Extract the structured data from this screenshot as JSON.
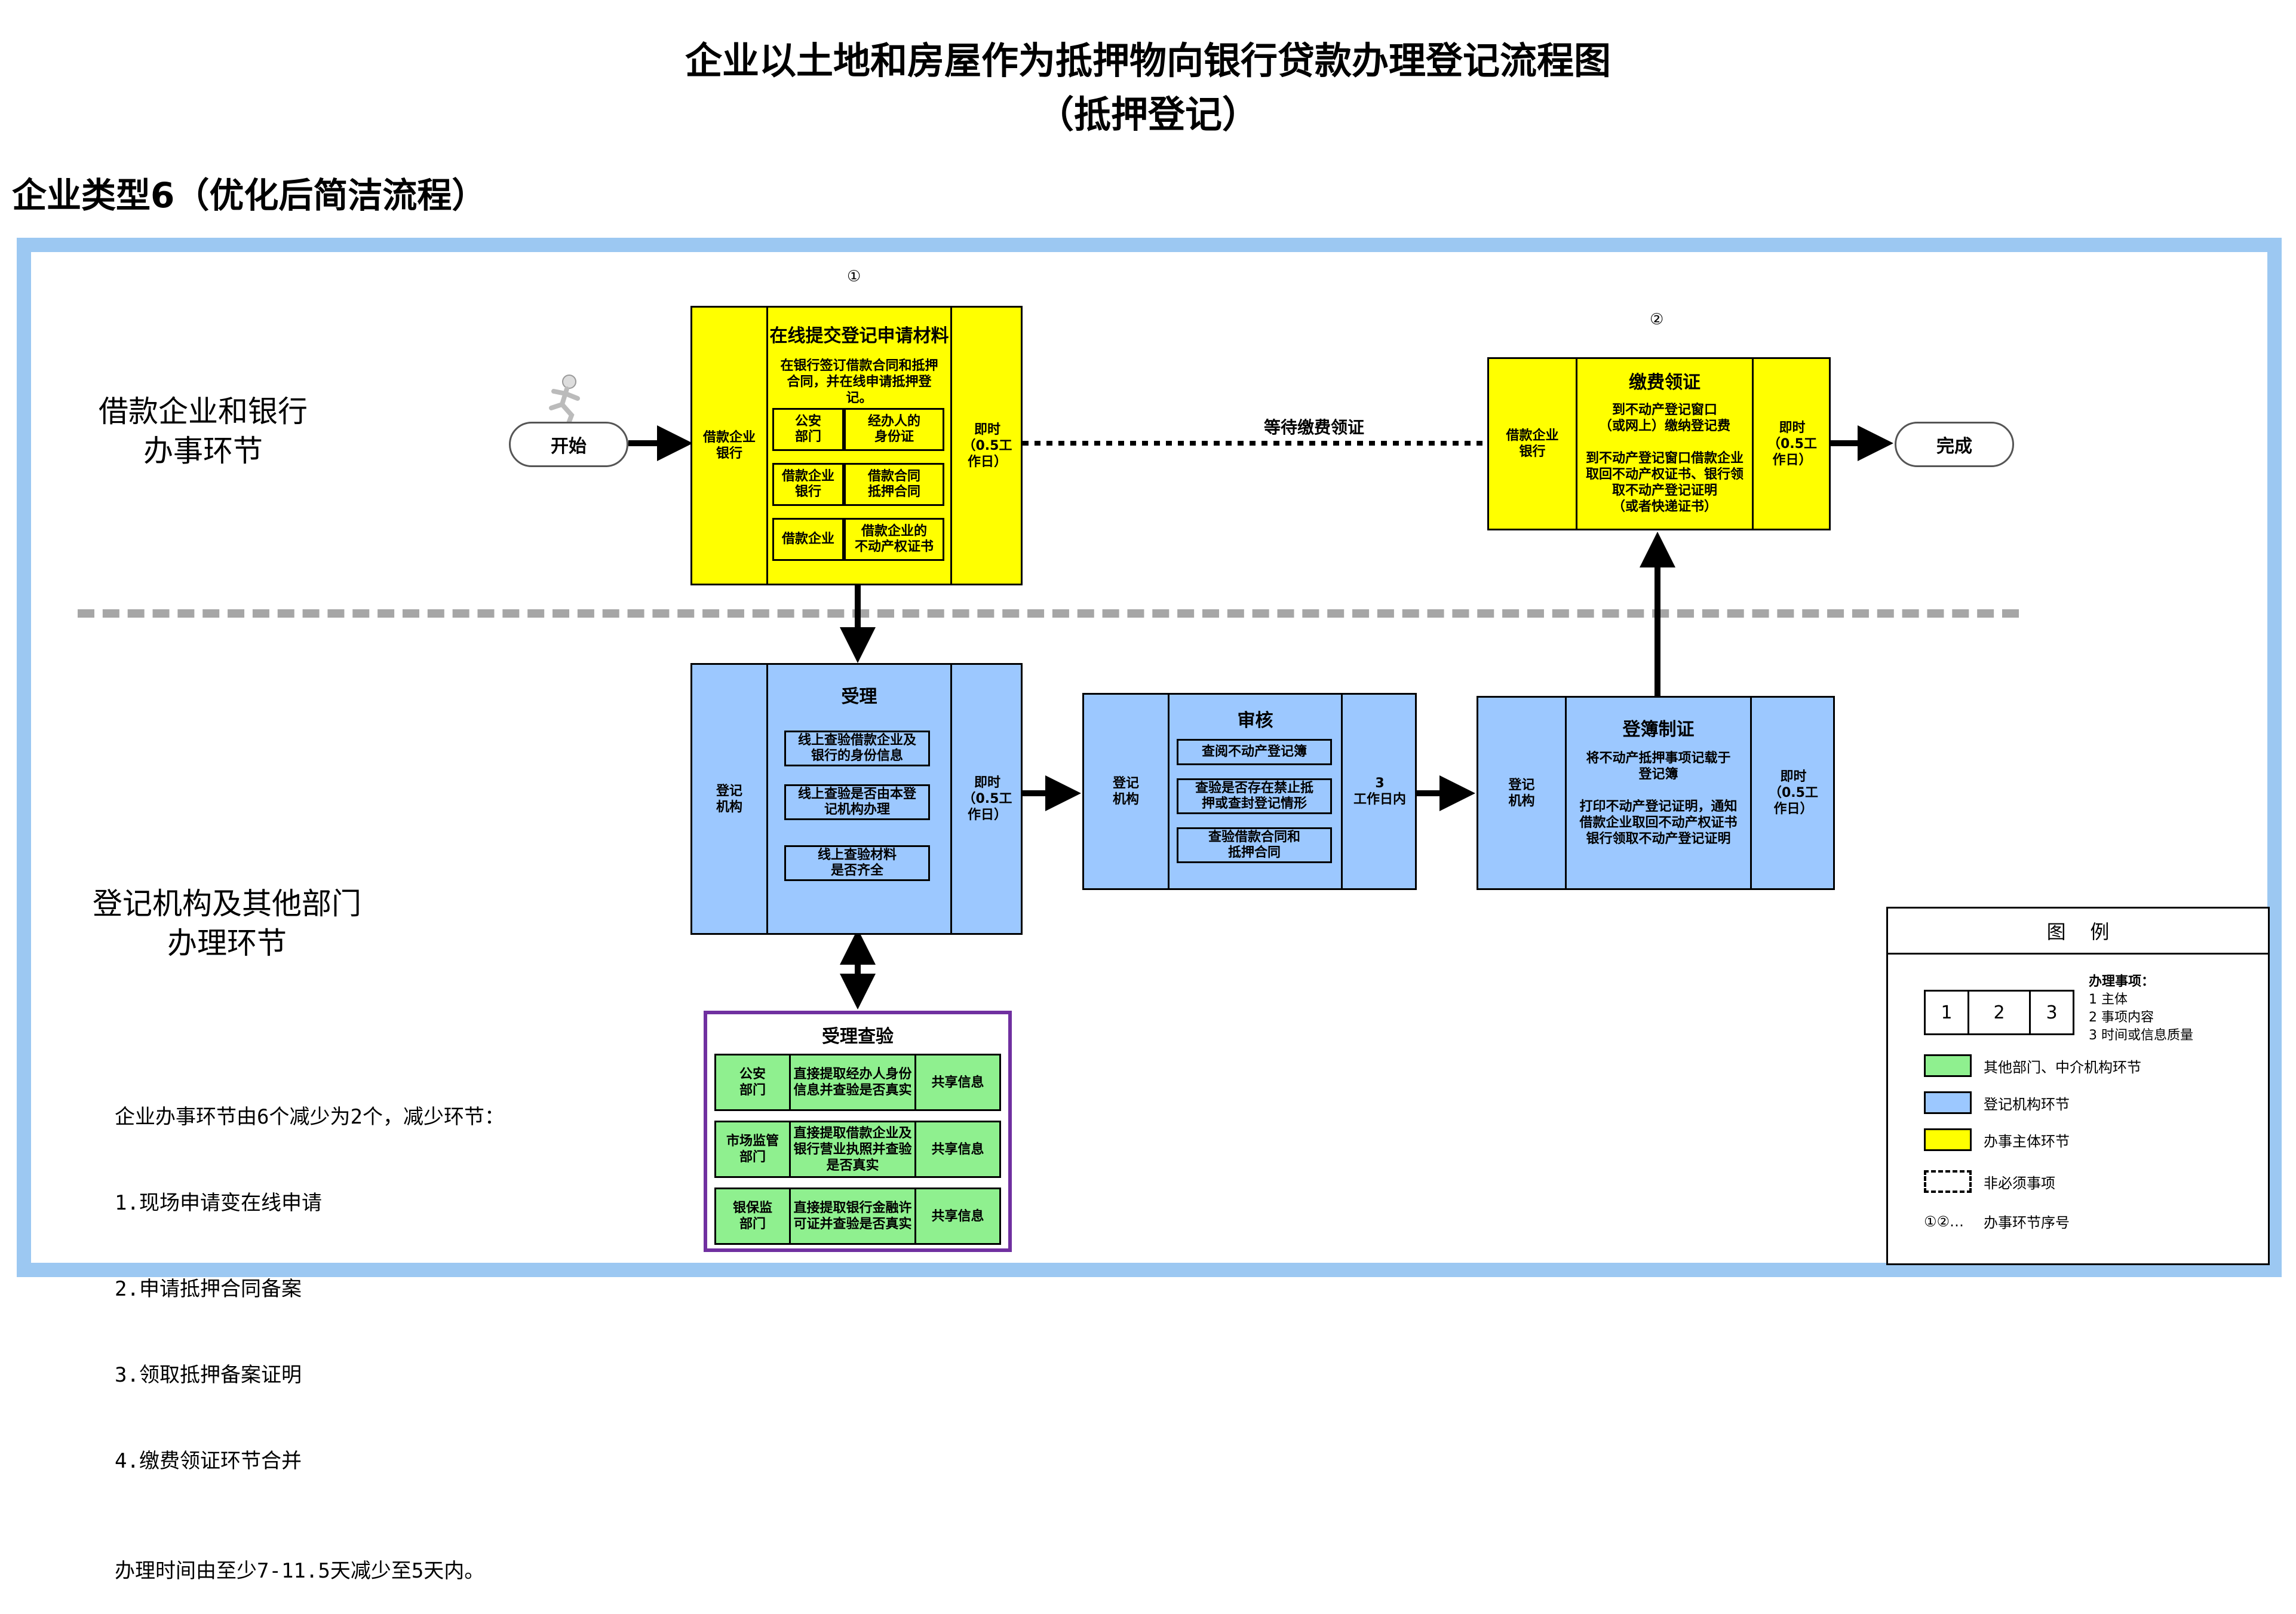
{
  "title_line1": "企业以土地和房屋作为抵押物向银行贷款办理登记流程图",
  "title_line2": "（抵押登记）",
  "enterprise_type": "企业类型6（优化后简洁流程）",
  "lanes": {
    "top": "借款企业和银行\n办事环节",
    "bottom": "登记机构及其他部门\n办理环节"
  },
  "start_label": "开始",
  "end_label": "完成",
  "wait_label": "等待缴费领证",
  "step1": {
    "seq": "①",
    "subject": "借款企业\n银行",
    "title": "在线提交登记申请材料",
    "desc": "在银行签订借款合同和抵押合同，并在线申请抵押登记。",
    "rows": [
      {
        "left": "公安\n部门",
        "right": "经办人的\n身份证"
      },
      {
        "left": "借款企业\n银行",
        "right": "借款合同\n抵押合同"
      },
      {
        "left": "借款企业",
        "right": "借款企业的\n不动产权证书"
      }
    ],
    "time": "即时\n（0.5工\n作日）"
  },
  "step2": {
    "seq": "②",
    "subject": "借款企业\n银行",
    "title": "缴费领证",
    "desc": "到不动产登记窗口\n（或网上）缴纳登记费\n\n到不动产登记窗口借款企业\n取回不动产权证书、银行领\n取不动产登记证明\n（或者快递证书）",
    "time": "即时\n（0.5工\n作日）"
  },
  "accept": {
    "subject": "登记\n机构",
    "title": "受理",
    "items": [
      "线上查验借款企业及\n银行的身份信息",
      "线上查验是否由本登\n记机构办理",
      "线上查验材料\n是否齐全"
    ],
    "time": "即时\n（0.5工\n作日）"
  },
  "review": {
    "subject": "登记\n机构",
    "title": "审核",
    "items": [
      "查阅不动产登记簿",
      "查验是否存在禁止抵\n押或查封登记情形",
      "查验借款合同和\n抵押合同"
    ],
    "time": "3\n工作日内"
  },
  "register": {
    "subject": "登记\n机构",
    "title": "登簿制证",
    "desc": "将不动产抵押事项记载于\n登记簿\n\n打印不动产登记证明，通知\n借款企业取回不动产权证书\n银行领取不动产登记证明",
    "time": "即时\n（0.5工\n作日）"
  },
  "verify": {
    "title": "受理查验",
    "rows": [
      {
        "dept": "公安\n部门",
        "content": "直接提取经办人身份\n信息并查验是否真实",
        "share": "共享信息"
      },
      {
        "dept": "市场监管\n部门",
        "content": "直接提取借款企业及\n银行营业执照并查验\n是否真实",
        "share": "共享信息"
      },
      {
        "dept": "银保监\n部门",
        "content": "直接提取银行金融许\n可证并查验是否真实",
        "share": "共享信息"
      }
    ]
  },
  "notes": {
    "lines": [
      "企业办事环节由6个减少为2个，减少环节：",
      "1.现场申请变在线申请",
      "2.申请抵押合同备案",
      "3.领取抵押备案证明",
      "4.缴费领证环节合并"
    ],
    "time_note": "办理时间由至少7-11.5天减少至5天内。"
  },
  "legend": {
    "title": "图    例",
    "cells": [
      "1",
      "2",
      "3"
    ],
    "matters_title": "办理事项：",
    "matters": [
      "1 主体",
      "2 事项内容",
      "3 时间或信息质量"
    ],
    "green": "其他部门、中介机构环节",
    "blue": "登记机构环节",
    "yellow": "办事主体环节",
    "dashed": "非必须事项",
    "seq_symbol": "①②…",
    "seq": "办事环节序号",
    "colors": {
      "yellow": "#ffff00",
      "blue": "#9cc8ff",
      "green": "#8ff08f",
      "frame": "#9cc8f2",
      "purple": "#7030a0"
    }
  }
}
